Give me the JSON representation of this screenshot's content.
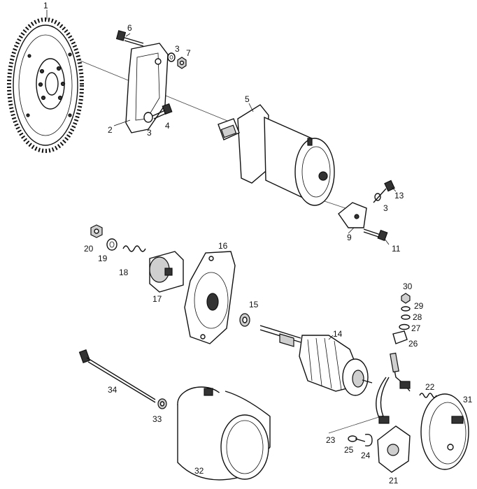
{
  "callouts": [
    {
      "id": "c1",
      "text": "1"
    },
    {
      "id": "c2",
      "text": "2"
    },
    {
      "id": "c3a",
      "text": "3"
    },
    {
      "id": "c3b",
      "text": "3"
    },
    {
      "id": "c3c",
      "text": "3"
    },
    {
      "id": "c4",
      "text": "4"
    },
    {
      "id": "c5",
      "text": "5"
    },
    {
      "id": "c6",
      "text": "6"
    },
    {
      "id": "c7",
      "text": "7"
    },
    {
      "id": "c9",
      "text": "9"
    },
    {
      "id": "c11",
      "text": "11"
    },
    {
      "id": "c13",
      "text": "13"
    },
    {
      "id": "c14",
      "text": "14"
    },
    {
      "id": "c15",
      "text": "15"
    },
    {
      "id": "c16",
      "text": "16"
    },
    {
      "id": "c17",
      "text": "17"
    },
    {
      "id": "c18",
      "text": "18"
    },
    {
      "id": "c19",
      "text": "19"
    },
    {
      "id": "c20",
      "text": "20"
    },
    {
      "id": "c21",
      "text": "21"
    },
    {
      "id": "c22",
      "text": "22"
    },
    {
      "id": "c23",
      "text": "23"
    },
    {
      "id": "c24",
      "text": "24"
    },
    {
      "id": "c25",
      "text": "25"
    },
    {
      "id": "c26",
      "text": "26"
    },
    {
      "id": "c27",
      "text": "27"
    },
    {
      "id": "c28",
      "text": "28"
    },
    {
      "id": "c29",
      "text": "29"
    },
    {
      "id": "c30",
      "text": "30"
    },
    {
      "id": "c31",
      "text": "31"
    },
    {
      "id": "c32",
      "text": "32"
    },
    {
      "id": "c33",
      "text": "33"
    },
    {
      "id": "c34",
      "text": "34"
    }
  ]
}
